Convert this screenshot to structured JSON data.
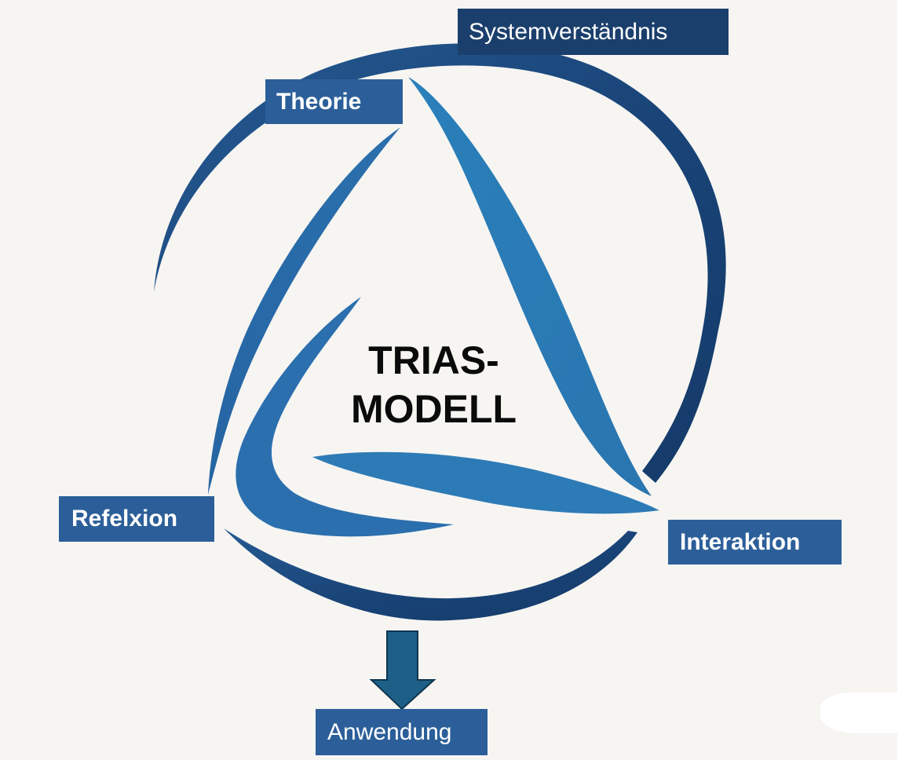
{
  "diagram": {
    "center_title_line1": "TRIAS-",
    "center_title_line2": "MODELL",
    "labels": {
      "systemverstaendnis": "Systemverständnis",
      "theorie": "Theorie",
      "refelxion": "Refelxion",
      "interaktion": "Interaktion",
      "anwendung": "Anwendung"
    },
    "colors": {
      "dark_navy": "#1b3f6c",
      "mid_blue": "#2c5f99",
      "light_blue": "#2f86bd",
      "arrow_teal": "#1d5f86",
      "background": "#f7f5f2"
    }
  }
}
